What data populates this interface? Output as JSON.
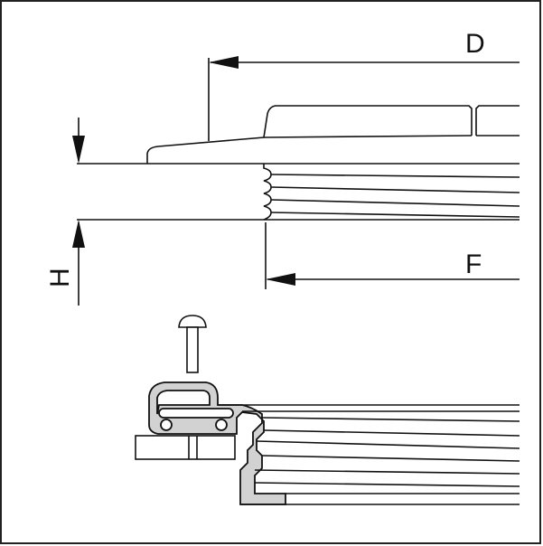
{
  "labels": {
    "d": "D",
    "f": "F",
    "h": "H"
  },
  "colors": {
    "line": "#111111",
    "fill_light": "#f2f2f2",
    "fill_gray": "#d2d2d2",
    "frame": "#222222"
  }
}
